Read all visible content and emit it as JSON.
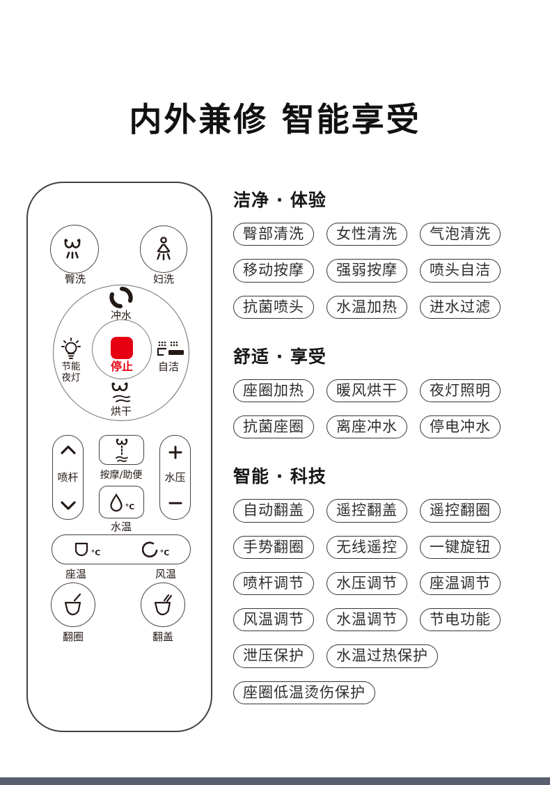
{
  "page": {
    "title": "内外兼修 智能享受",
    "bottom_bar_color": "#5a5f6e"
  },
  "remote": {
    "stop_color": "#e60012",
    "labels": {
      "hip": "臀洗",
      "feminine": "妇洗",
      "flush": "冲水",
      "night_light_line1": "节能",
      "night_light_line2": "夜灯",
      "stop": "停止",
      "self_clean": "自洁",
      "dry": "烘干",
      "spray_rod": "喷杆",
      "massage": "按摩/助便",
      "water_pressure": "水压",
      "water_temp": "水温",
      "seat_temp": "座温",
      "wind_temp": "风温",
      "flip_ring": "翻圈",
      "flip_lid": "翻盖",
      "celsius": "°C"
    }
  },
  "sections": [
    {
      "title": "洁净 · 体验",
      "features": [
        "臀部清洗",
        "女性清洗",
        "气泡清洗",
        "移动按摩",
        "强弱按摩",
        "喷头自洁",
        "抗菌喷头",
        "水温加热",
        "进水过滤"
      ]
    },
    {
      "title": "舒适 · 享受",
      "features": [
        "座圈加热",
        "暖风烘干",
        "夜灯照明",
        "抗菌座圈",
        "离座冲水",
        "停电冲水"
      ]
    },
    {
      "title": "智能 · 科技",
      "features": [
        "自动翻盖",
        "遥控翻盖",
        "遥控翻圈",
        "手势翻圈",
        "无线遥控",
        "一键旋钮",
        "喷杆调节",
        "水压调节",
        "座温调节",
        "风温调节",
        "水温调节",
        "节电功能",
        "泄压保护",
        "水温过热保护",
        "座圈低温烫伤保护"
      ]
    }
  ]
}
